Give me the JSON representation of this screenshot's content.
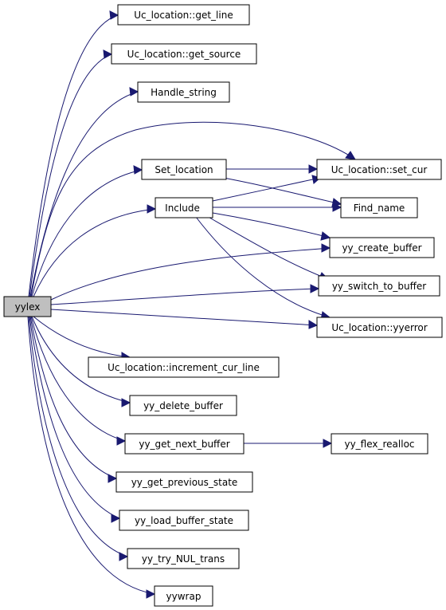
{
  "graph": {
    "edge_color": "#191970",
    "root_fill": "#bfbfbf",
    "nodes": {
      "yylex": "yylex",
      "get_line": "Uc_location::get_line",
      "get_source": "Uc_location::get_source",
      "handle_string": "Handle_string",
      "set_cur": "Uc_location::set_cur",
      "set_location": "Set_location",
      "find_name": "Find_name",
      "include": "Include",
      "yy_create_buffer": "yy_create_buffer",
      "yy_switch_to_buffer": "yy_switch_to_buffer",
      "yyerror": "Uc_location::yyerror",
      "increment_cur_line": "Uc_location::increment_cur_line",
      "yy_delete_buffer": "yy_delete_buffer",
      "yy_get_next_buffer": "yy_get_next_buffer",
      "yy_flex_realloc": "yy_flex_realloc",
      "yy_get_previous_state": "yy_get_previous_state",
      "yy_load_buffer_state": "yy_load_buffer_state",
      "yy_try_nul_trans": "yy_try_NUL_trans",
      "yywrap": "yywrap"
    }
  }
}
